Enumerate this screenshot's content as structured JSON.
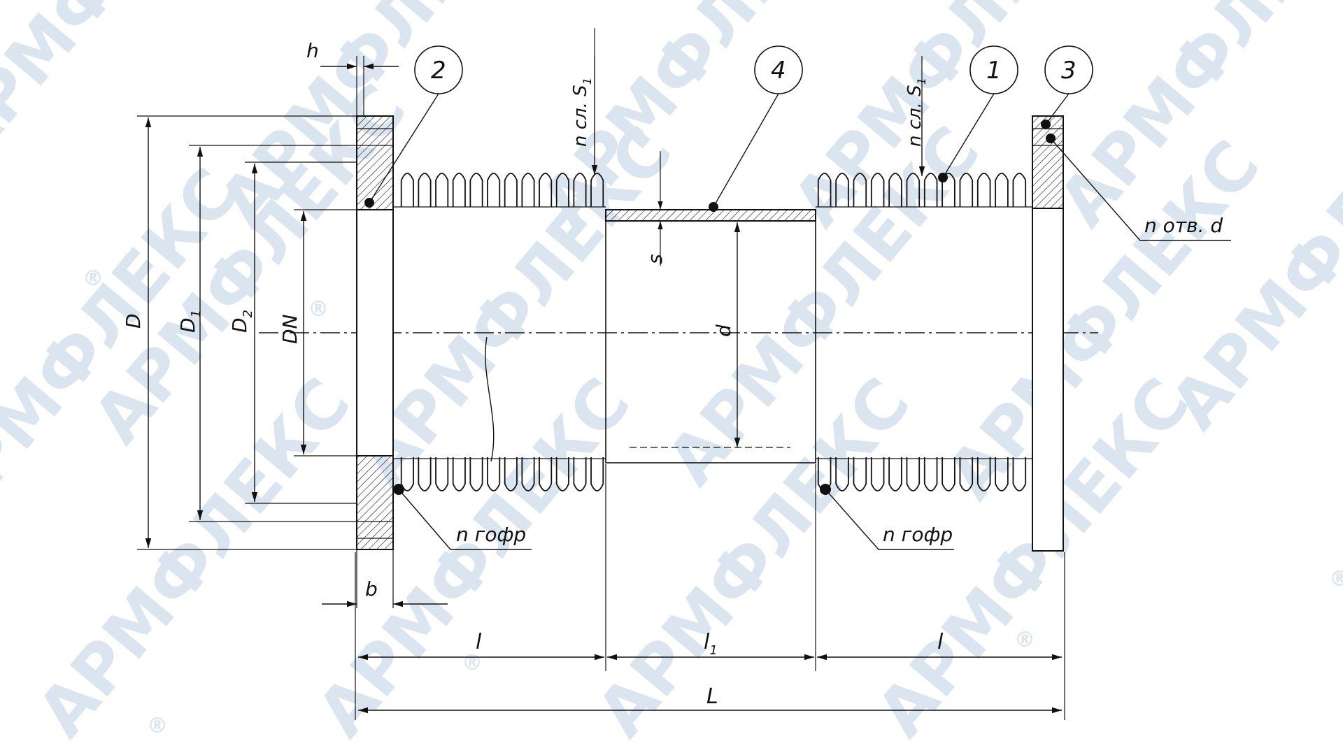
{
  "watermark": {
    "text": "АРМФЛЕКС",
    "mark": "®",
    "color": "#d6e3ef"
  },
  "drawing": {
    "dim_labels": {
      "h": "h",
      "b": "b",
      "D": "D",
      "D1": "D",
      "D1_sub": "1",
      "D2": "D",
      "D2_sub": "2",
      "DN": "DN",
      "d": "d",
      "s": "s",
      "l_left": "l",
      "l1": "l",
      "l1_sub": "1",
      "l_right": "l",
      "L": "L"
    },
    "callouts": {
      "c1": "1",
      "c2": "2",
      "c3": "3",
      "c4": "4"
    },
    "notes": {
      "n_sl_left": "n сл. S",
      "n_sl_left_sub": "1",
      "n_sl_right": "n сл. S",
      "n_sl_right_sub": "1",
      "n_otv": "n отв. d",
      "n_gofr_left": "n гофр",
      "n_gofr_right": "n гофр"
    }
  }
}
